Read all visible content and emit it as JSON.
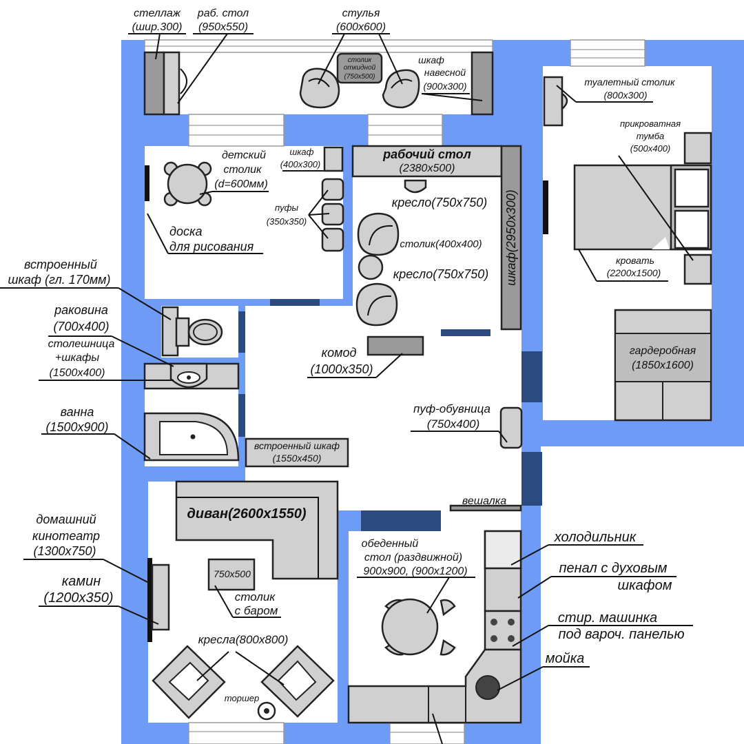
{
  "labels": {
    "stellazh": "стеллаж",
    "stellazh_dim": "(шир.300)",
    "rab_stol": "раб. стол",
    "rab_stol_dim": "(950х550)",
    "stulya": "стулья",
    "stulya_dim": "(600х600)",
    "stolik_otkidnoy_1": "столик",
    "stolik_otkidnoy_2": "откидной",
    "stolik_otkidnoy_dim": "(750х500)",
    "shkaf_navesnoy_1": "шкаф",
    "shkaf_navesnoy_2": "навесной",
    "shkaf_navesnoy_dim": "(900х300)",
    "tualetny_stolik": "туалетный столик",
    "tualetny_stolik_dim": "(800х300)",
    "detsky_stolik_1": "детский",
    "detsky_stolik_2": "столик",
    "detsky_stolik_dim": "(d=600мм)",
    "shkaf_small": "шкаф",
    "shkaf_small_dim": "(400х300)",
    "pufy": "пуфы",
    "pufy_dim": "(350х350)",
    "doska_1": "доска",
    "doska_2": "для рисования",
    "rabochiy_stol": "рабочий стол",
    "rabochiy_stol_dim": "(2380х500)",
    "kreslo_1": "кресло(750х750)",
    "stolik_400": "столик(400х400)",
    "kreslo_2": "кресло(750х750)",
    "shkaf_vertical": "шкаф(2950х300)",
    "prikrovatnaya_1": "прикроватная",
    "prikrovatnaya_2": "тумба",
    "prikrovatnaya_dim": "(500х400)",
    "krovat": "кровать",
    "krovat_dim": "(2200х1500)",
    "garderobnaya": "гардеробная",
    "garderobnaya_dim": "(1850х1600)",
    "vstroenny_shkaf_1": "встроенный",
    "vstroenny_shkaf_2": "шкаф (гл. 170мм)",
    "rakovina": "раковина",
    "rakovina_dim": "(700х400)",
    "stoleshnitsa_1": "столешница",
    "stoleshnitsa_2": "+шкафы",
    "stoleshnitsa_dim": "(1500х400)",
    "vanna": "ванна",
    "vanna_dim": "(1500х900)",
    "komod": "комод",
    "komod_dim": "(1000х350)",
    "puf_obuvnitsa": "пуф-обувница",
    "puf_obuvnitsa_dim": "(750х400)",
    "vstroenny_shkaf_hall": "встроенный шкаф",
    "vstroenny_shkaf_hall_dim": "(1550х450)",
    "veshalka": "вешалка",
    "divan": "диван(2600х1550)",
    "kinoteatr_1": "домашний",
    "kinoteatr_2": "кинотеатр",
    "kinoteatr_dim": "(1300х750)",
    "kamin": "камин",
    "kamin_dim": "(1200х350)",
    "stolik_bar_dim": "750х500",
    "stolik_bar_1": "столик",
    "stolik_bar_2": "с баром",
    "kresla": "кресла(800х800)",
    "torsher": "торшер",
    "obedenny_1": "обеденный",
    "obedenny_2": "стол (раздвижной)",
    "obedenny_dim": "900х900, (900х1200)",
    "holodilnik": "холодильник",
    "penal_1": "пенал с духовым",
    "penal_2": "шкафом",
    "stir_mashinka_1": "стир. машинка",
    "stir_mashinka_2": "под вароч. панелью",
    "moyka": "мойка"
  },
  "colors": {
    "wall": "#6E9BF5",
    "door": "#2B4A7E",
    "furniture": "#D0D0D0",
    "furniture_dark": "#9A9A9A",
    "line": "#222222"
  }
}
